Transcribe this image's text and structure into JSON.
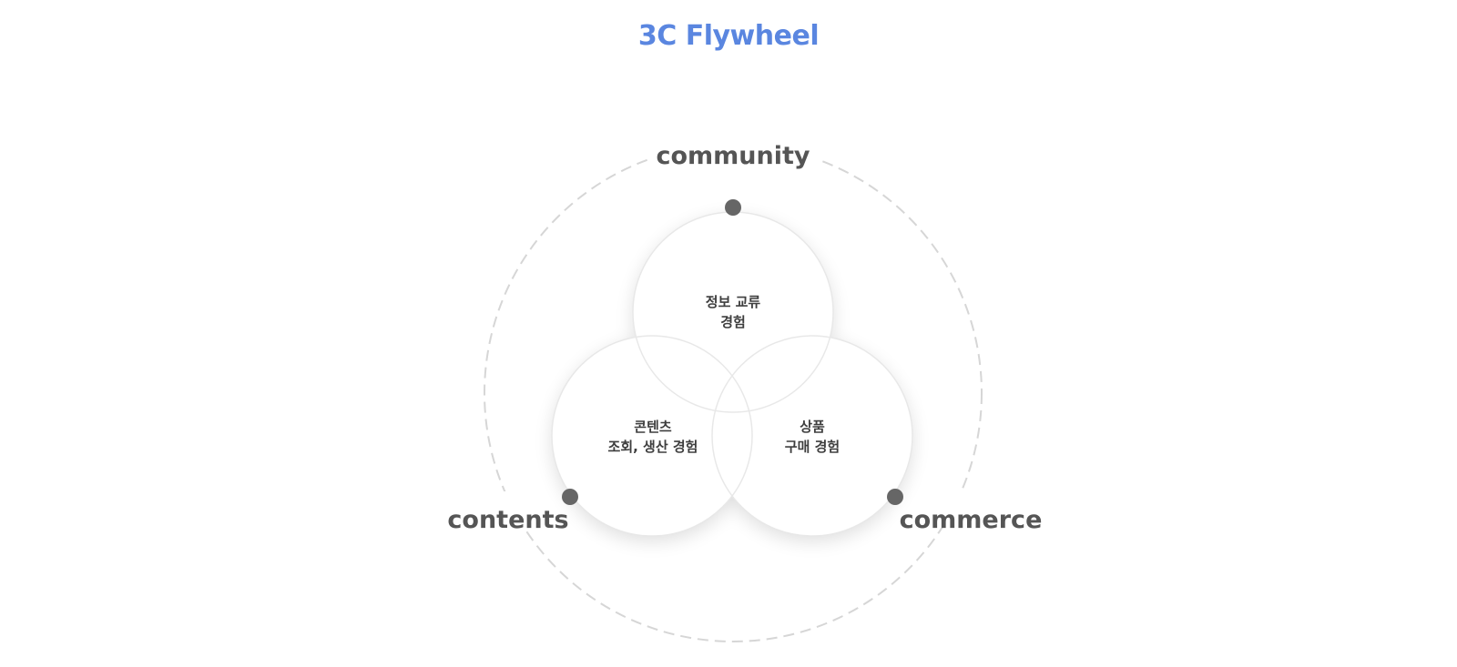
{
  "title": "3C Flywheel",
  "colors": {
    "title": "#5a86e0",
    "label": "#555555",
    "dot": "#666666",
    "ring": "#d6d6d6",
    "circle_stroke": "#e8e8e8"
  },
  "nodes": {
    "community": "community",
    "contents": "contents",
    "commerce": "commerce"
  },
  "circles": {
    "top": {
      "line1": "정보 교류",
      "line2": "경험"
    },
    "left": {
      "line1": "콘텐츠",
      "line2": "조회, 생산 경험"
    },
    "right": {
      "line1": "상품",
      "line2": "구매 경험"
    }
  }
}
